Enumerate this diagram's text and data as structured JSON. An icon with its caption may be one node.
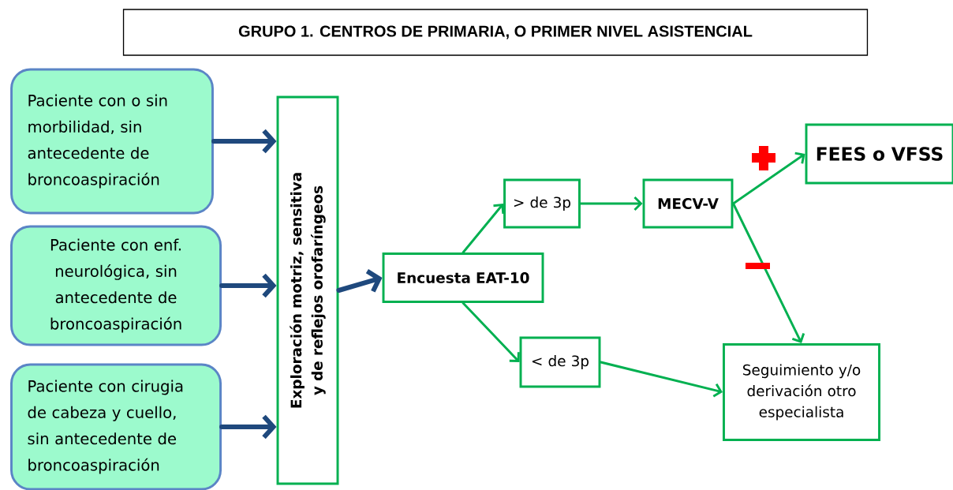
{
  "diagram": {
    "title": "GRUPO 1.  CENTROS DE PRIMARIA, O PRIMER NIVEL ASISTENCIAL",
    "nodes": [
      {
        "text": [
          "Paciente  con o sin morbilidad, sin antecedente de broncoaspiración"
        ]
      },
      {
        "text": [
          "Paciente con enf. neurológica, sin antecedente de broncoaspiración"
        ]
      },
      {
        "text": [
          "Paciente con cirugia de cabeza y cuello, sin antecedente de broncoaspiración"
        ]
      },
      {
        "text": [
          "Exploración motriz, sensitiva  y de reflejos  orofaríngeos"
        ]
      },
      {
        "text": [
          "Encuesta EAT-10"
        ]
      },
      {
        "text": [
          "> de 3p"
        ]
      },
      {
        "text": [
          "MECV-V"
        ]
      },
      {
        "text": [
          "FEES o VFSS"
        ]
      },
      {
        "text": [
          "< de 3p"
        ]
      },
      {
        "text": [
          "Seguimiento y/o derivación otro especialista"
        ]
      }
    ],
    "edges": [
      {
        "from": 0,
        "to": 3,
        "arrow": "to",
        "style": "thick",
        "color": "#1f497d"
      },
      {
        "from": 1,
        "to": 3,
        "arrow": "to",
        "style": "thick",
        "color": "#1f497d"
      },
      {
        "from": 2,
        "to": 3,
        "arrow": "to",
        "style": "thick",
        "color": "#1f497d"
      },
      {
        "from": 3,
        "to": 4,
        "arrow": "to",
        "style": "thick",
        "color": "#1f497d"
      },
      {
        "from": 4,
        "to": 5,
        "arrow": "to"
      },
      {
        "from": 5,
        "to": 6,
        "arrow": "to"
      },
      {
        "from": 6,
        "to": 7,
        "arrow": "to"
      },
      {
        "from": 6,
        "to": 9,
        "arrow": "to"
      },
      {
        "from": 4,
        "to": 8,
        "arrow": "to"
      },
      {
        "from": 8,
        "to": 9,
        "arrow": "to"
      }
    ]
  }
}
